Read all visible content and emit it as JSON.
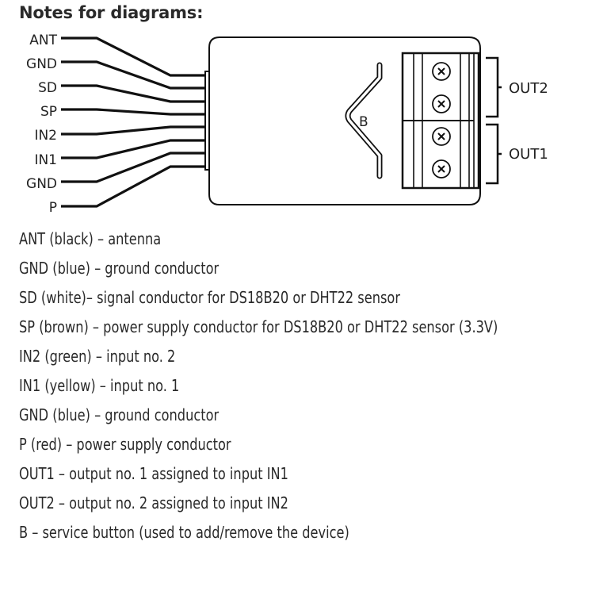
{
  "heading": "Notes for diagrams:",
  "diagram": {
    "wire_labels": [
      "ANT",
      "GND",
      "SD",
      "SP",
      "IN2",
      "IN1",
      "GND",
      "P"
    ],
    "button_label": "B",
    "output_labels": {
      "out2": "OUT2",
      "out1": "OUT1"
    },
    "terminal_screw_icon": "screw-x-icon"
  },
  "notes": [
    "ANT (black) – antenna",
    "GND (blue) – ground conductor",
    "SD (white)– signal conductor for DS18B20 or DHT22 sensor",
    "SP (brown) – power supply conductor for DS18B20 or DHT22 sensor (3.3V)",
    "IN2 (green) – input no. 2",
    "IN1 (yellow) – input no. 1",
    "GND (blue) – ground conductor",
    "P (red) – power supply conductor",
    "OUT1 – output no. 1 assigned to input IN1",
    "OUT2 – output no. 2 assigned to input IN2",
    "B – service button (used to add/remove the device)"
  ]
}
